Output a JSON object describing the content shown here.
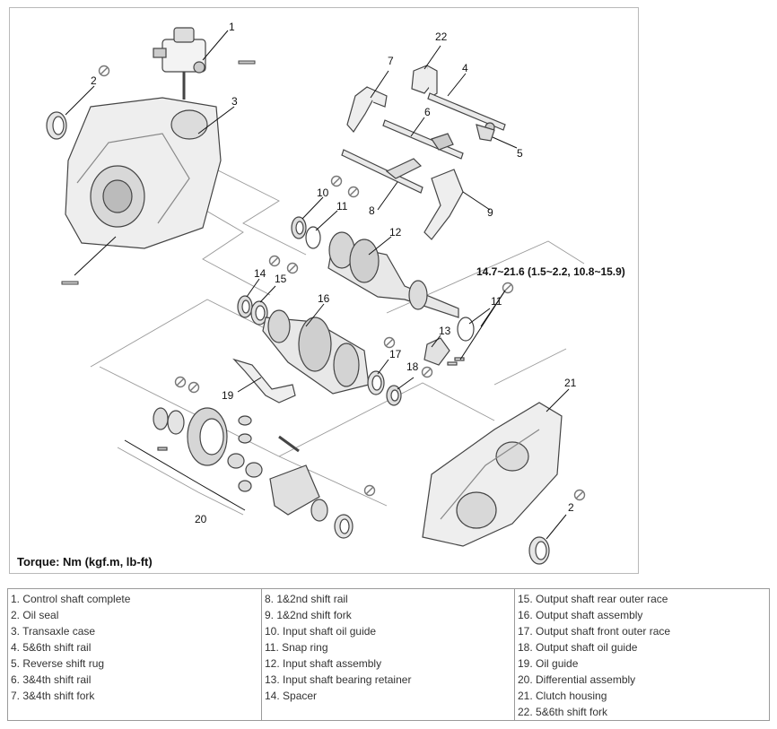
{
  "torque": {
    "caption": "Torque: Nm (kgf.m, lb-ft)",
    "spec": "14.7~21.6 (1.5~2.2, 10.8~15.9)"
  },
  "callouts": [
    "1",
    "2",
    "3",
    "4",
    "5",
    "6",
    "7",
    "8",
    "9",
    "10",
    "11",
    "12",
    "13",
    "14",
    "15",
    "16",
    "17",
    "18",
    "19",
    "20",
    "21",
    "22",
    "2",
    "11"
  ],
  "legend": {
    "col1": [
      "1. Control shaft complete",
      "2. Oil seal",
      "3. Transaxle case",
      "4. 5&6th shift rail",
      "5. Reverse shift rug",
      "6. 3&4th shift rail",
      "7. 3&4th shift fork"
    ],
    "col2": [
      "8. 1&2nd shift rail",
      "9. 1&2nd shift fork",
      "10. Input shaft oil guide",
      "11. Snap ring",
      "12. Input shaft assembly",
      "13. Input shaft bearing retainer",
      "14. Spacer"
    ],
    "col3": [
      "15. Output shaft rear outer race",
      "16. Output shaft assembly",
      "17. Output shaft front outer race",
      "18. Output shaft oil guide",
      "19. Oil guide",
      "20. Differential assembly",
      "21. Clutch housing",
      "22. 5&6th shift fork"
    ]
  }
}
